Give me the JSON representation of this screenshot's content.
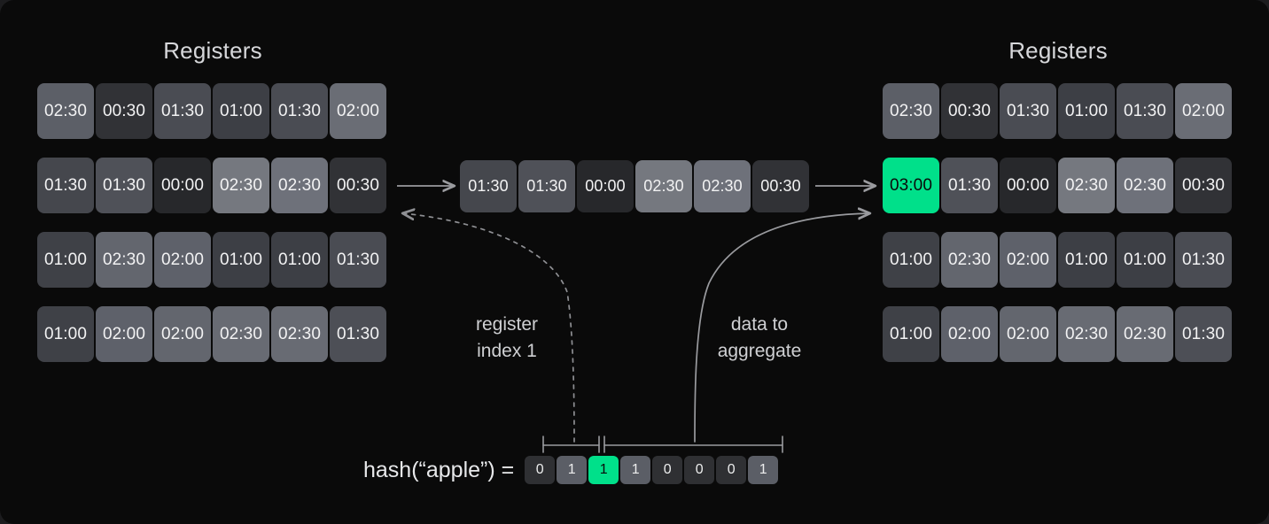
{
  "panels": {
    "left_title": "Registers",
    "right_title": "Registers"
  },
  "colors": {
    "background": "#0a0a0a",
    "page_surround": "#1c1c1e",
    "accent_green": "#00e08a",
    "text_primary": "#f2f2f3",
    "text_muted": "#cfd0d3",
    "arrow": "#9a9b9f"
  },
  "left_grid": {
    "rows": [
      [
        {
          "value": "02:30",
          "shade": "#5c5f67"
        },
        {
          "value": "00:30",
          "shade": "#313236"
        },
        {
          "value": "01:30",
          "shade": "#4a4c53"
        },
        {
          "value": "01:00",
          "shade": "#3d3f45"
        },
        {
          "value": "01:30",
          "shade": "#4a4c53"
        },
        {
          "value": "02:00",
          "shade": "#6a6d75"
        }
      ],
      [
        {
          "value": "01:30",
          "shade": "#45474d"
        },
        {
          "value": "01:30",
          "shade": "#4f5158"
        },
        {
          "value": "00:00",
          "shade": "#27282b"
        },
        {
          "value": "02:30",
          "shade": "#75787f"
        },
        {
          "value": "02:30",
          "shade": "#6e717a"
        },
        {
          "value": "00:30",
          "shade": "#313236"
        }
      ],
      [
        {
          "value": "01:00",
          "shade": "#3f4147"
        },
        {
          "value": "02:30",
          "shade": "#63666e"
        },
        {
          "value": "02:00",
          "shade": "#5e616a"
        },
        {
          "value": "01:00",
          "shade": "#3d3f45"
        },
        {
          "value": "01:00",
          "shade": "#3d3f45"
        },
        {
          "value": "01:30",
          "shade": "#4a4c53"
        }
      ],
      [
        {
          "value": "01:00",
          "shade": "#3f4147"
        },
        {
          "value": "02:00",
          "shade": "#5e616a"
        },
        {
          "value": "02:00",
          "shade": "#63666e"
        },
        {
          "value": "02:30",
          "shade": "#686b73"
        },
        {
          "value": "02:30",
          "shade": "#686b73"
        },
        {
          "value": "01:30",
          "shade": "#4d4f56"
        }
      ]
    ]
  },
  "middle_row": {
    "cells": [
      {
        "value": "01:30",
        "shade": "#45474d"
      },
      {
        "value": "01:30",
        "shade": "#4f5158"
      },
      {
        "value": "00:00",
        "shade": "#27282b"
      },
      {
        "value": "02:30",
        "shade": "#75787f"
      },
      {
        "value": "02:30",
        "shade": "#6e717a"
      },
      {
        "value": "00:30",
        "shade": "#313236"
      }
    ]
  },
  "right_grid": {
    "rows": [
      [
        {
          "value": "02:30",
          "shade": "#5c5f67"
        },
        {
          "value": "00:30",
          "shade": "#313236"
        },
        {
          "value": "01:30",
          "shade": "#4a4c53"
        },
        {
          "value": "01:00",
          "shade": "#3d3f45"
        },
        {
          "value": "01:30",
          "shade": "#4a4c53"
        },
        {
          "value": "02:00",
          "shade": "#6a6d75"
        }
      ],
      [
        {
          "value": "03:00",
          "shade": "#00e08a",
          "highlight": true
        },
        {
          "value": "01:30",
          "shade": "#4f5158"
        },
        {
          "value": "00:00",
          "shade": "#27282b"
        },
        {
          "value": "02:30",
          "shade": "#75787f"
        },
        {
          "value": "02:30",
          "shade": "#6e717a"
        },
        {
          "value": "00:30",
          "shade": "#313236"
        }
      ],
      [
        {
          "value": "01:00",
          "shade": "#3f4147"
        },
        {
          "value": "02:30",
          "shade": "#63666e"
        },
        {
          "value": "02:00",
          "shade": "#5e616a"
        },
        {
          "value": "01:00",
          "shade": "#3d3f45"
        },
        {
          "value": "01:00",
          "shade": "#3d3f45"
        },
        {
          "value": "01:30",
          "shade": "#4a4c53"
        }
      ],
      [
        {
          "value": "01:00",
          "shade": "#3f4147"
        },
        {
          "value": "02:00",
          "shade": "#5e616a"
        },
        {
          "value": "02:00",
          "shade": "#63666e"
        },
        {
          "value": "02:30",
          "shade": "#686b73"
        },
        {
          "value": "02:30",
          "shade": "#686b73"
        },
        {
          "value": "01:30",
          "shade": "#4d4f56"
        }
      ]
    ]
  },
  "annotations": {
    "register_index": "register\nindex 1",
    "data_to_aggregate": "data to\naggregate"
  },
  "hash": {
    "label": "hash(“apple”) =",
    "bits": [
      {
        "value": "0",
        "state": "b0"
      },
      {
        "value": "1",
        "state": "b1"
      },
      {
        "value": "1",
        "state": "hl"
      },
      {
        "value": "1",
        "state": "b1"
      },
      {
        "value": "0",
        "state": "b0"
      },
      {
        "value": "0",
        "state": "b0"
      },
      {
        "value": "0",
        "state": "b0"
      },
      {
        "value": "1",
        "state": "b1"
      }
    ],
    "index_bits_count": 2,
    "data_bits_count": 6
  }
}
